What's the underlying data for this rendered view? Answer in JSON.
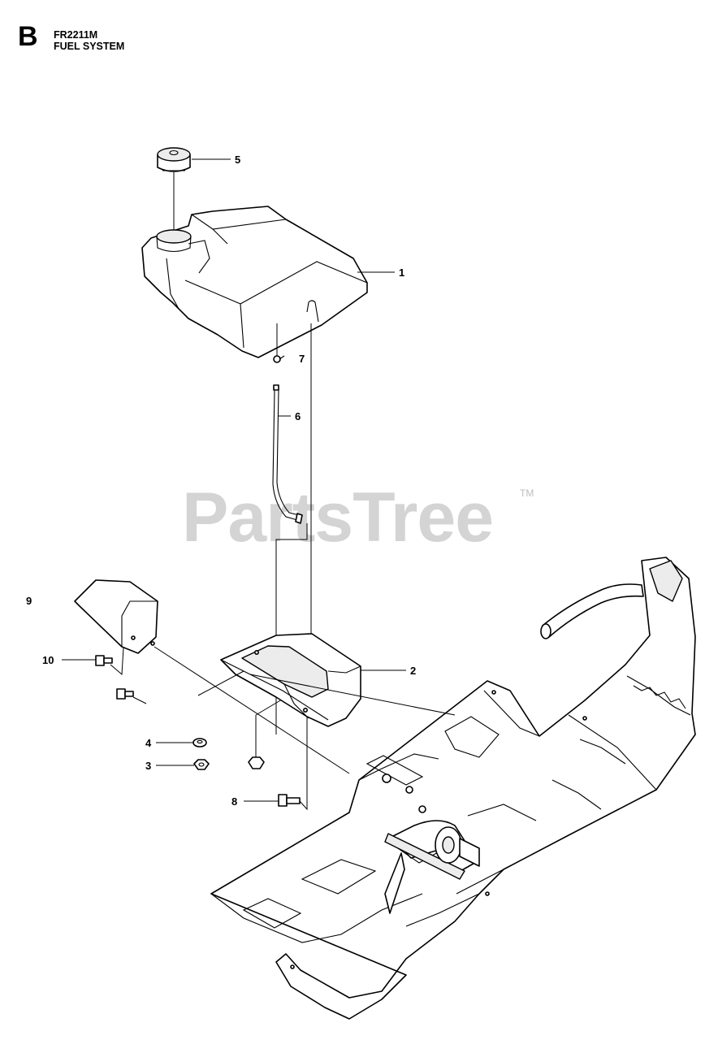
{
  "header": {
    "section_letter": "B",
    "model": "FR2211M",
    "title": "FUEL SYSTEM"
  },
  "watermark": {
    "text": "PartsTree",
    "trademark": "TM"
  },
  "callouts": [
    "1",
    "2",
    "3",
    "4",
    "5",
    "6",
    "7",
    "8",
    "9",
    "10"
  ]
}
